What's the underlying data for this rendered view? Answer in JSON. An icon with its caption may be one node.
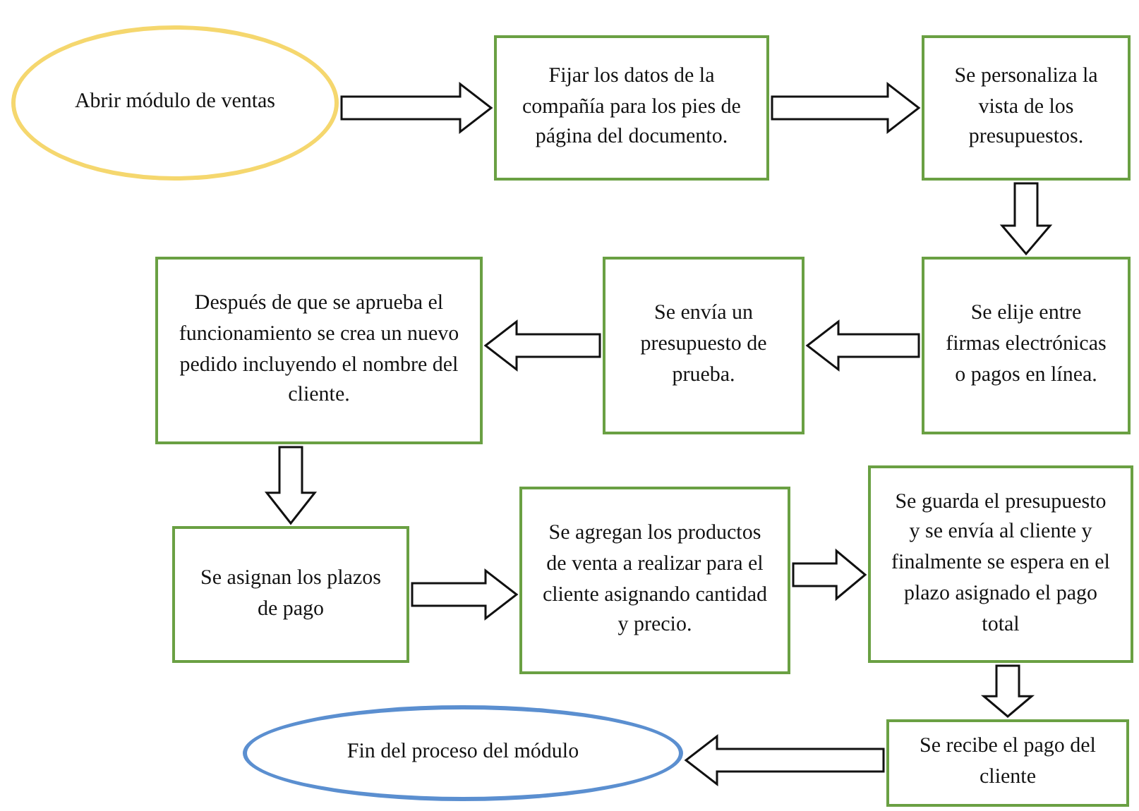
{
  "diagram": {
    "nodes": [
      {
        "text": [
          "Abrir módulo de ventas"
        ]
      },
      {
        "text": [
          "Fijar los datos de la compañía para los pies de página del documento."
        ]
      },
      {
        "text": [
          "Se personaliza la vista de los presupuestos."
        ]
      },
      {
        "text": [
          "Se elije entre firmas electrónicas o pagos en línea."
        ]
      },
      {
        "text": [
          "Se envía un presupuesto de prueba."
        ]
      },
      {
        "text": [
          "Después de que se aprueba el funcionamiento se crea un nuevo pedido incluyendo el nombre del cliente."
        ]
      },
      {
        "text": [
          "Se asignan los plazos de pago"
        ]
      },
      {
        "text": [
          "Se agregan los productos de venta a realizar para el cliente asignando cantidad y precio."
        ]
      },
      {
        "text": [
          "Se guarda el presupuesto y se envía al cliente y finalmente se espera en el plazo asignado el pago total"
        ]
      },
      {
        "text": [
          "Se recibe el pago del cliente"
        ]
      },
      {
        "text": [
          "Fin del proceso del módulo"
        ]
      }
    ],
    "edges": [
      {
        "from": 0,
        "to": 1,
        "arrow": "to"
      },
      {
        "from": 1,
        "to": 2,
        "arrow": "to"
      },
      {
        "from": 2,
        "to": 3,
        "arrow": "to"
      },
      {
        "from": 3,
        "to": 4,
        "arrow": "to"
      },
      {
        "from": 4,
        "to": 5,
        "arrow": "to"
      },
      {
        "from": 5,
        "to": 6,
        "arrow": "to"
      },
      {
        "from": 6,
        "to": 7,
        "arrow": "to"
      },
      {
        "from": 7,
        "to": 8,
        "arrow": "to"
      },
      {
        "from": 8,
        "to": 9,
        "arrow": "to"
      },
      {
        "from": 9,
        "to": 10,
        "arrow": "to"
      }
    ]
  }
}
